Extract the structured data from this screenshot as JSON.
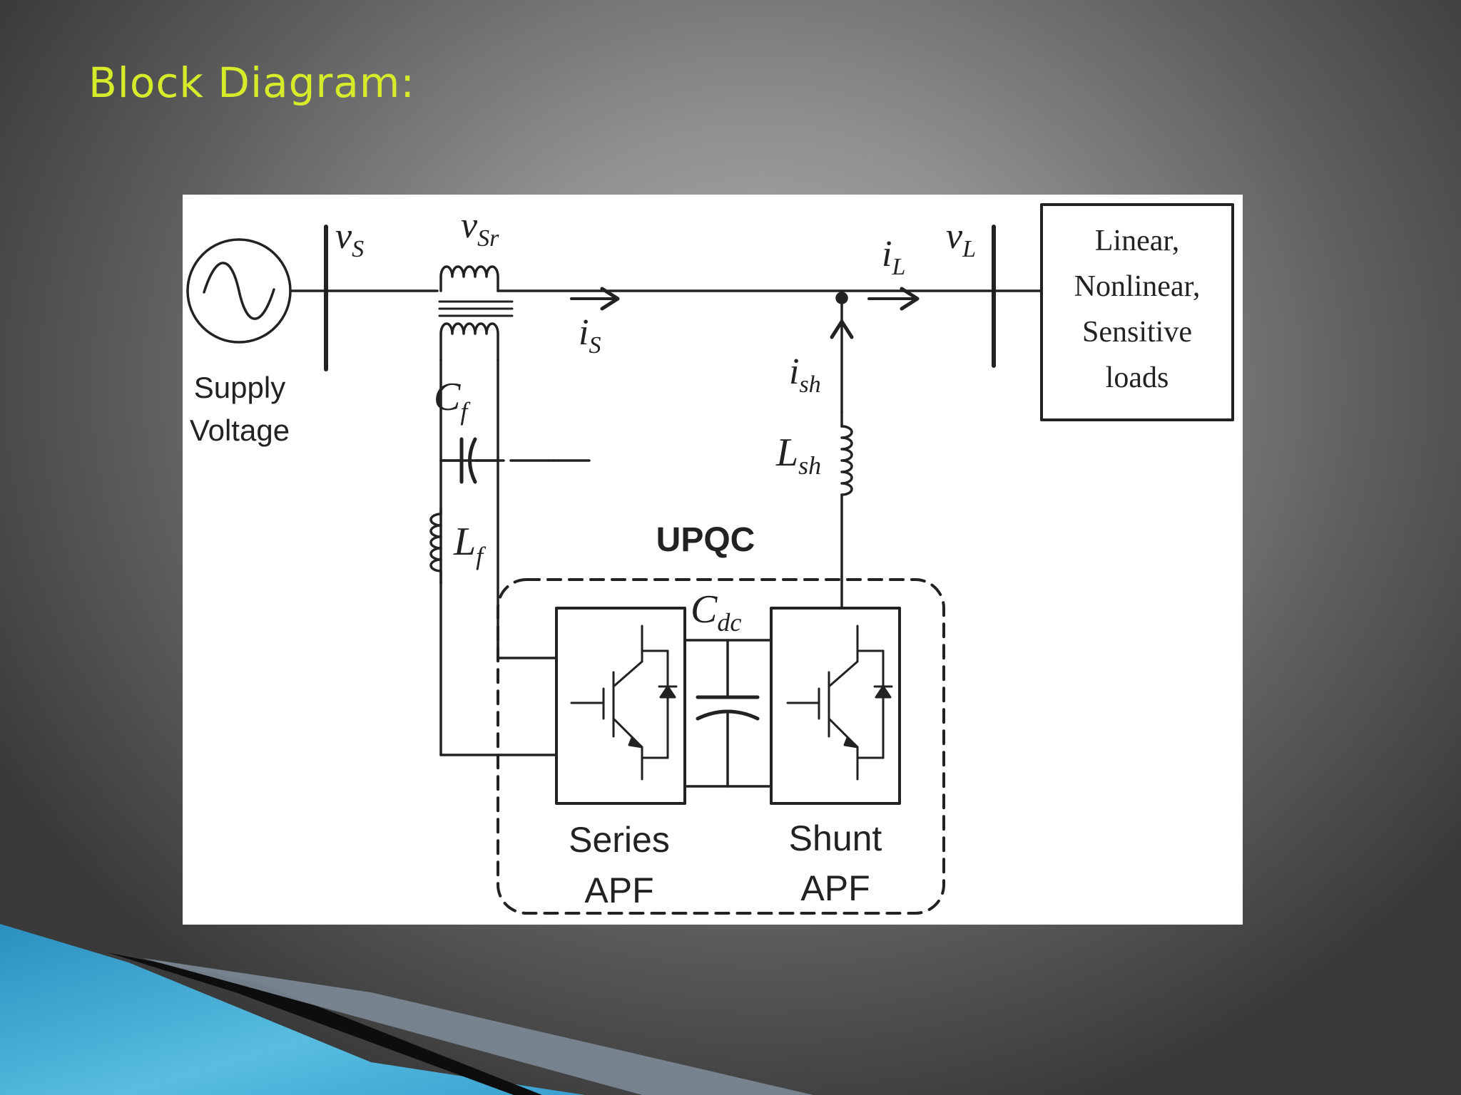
{
  "slide": {
    "title": "Block Diagram:",
    "title_color": "#d6ec2a"
  },
  "diagram": {
    "supply_label_line1": "Supply",
    "supply_label_line2": "Voltage",
    "v_s": {
      "base": "v",
      "sub": "S"
    },
    "v_sr": {
      "base": "v",
      "sub": "Sr"
    },
    "i_s": {
      "base": "i",
      "sub": "S"
    },
    "i_l": {
      "base": "i",
      "sub": "L"
    },
    "v_l": {
      "base": "v",
      "sub": "L"
    },
    "i_sh": {
      "base": "i",
      "sub": "sh"
    },
    "l_sh": {
      "base": "L",
      "sub": "sh"
    },
    "c_f": {
      "base": "C",
      "sub": "f"
    },
    "l_f": {
      "base": "L",
      "sub": "f"
    },
    "c_dc": {
      "base": "C",
      "sub": "dc"
    },
    "upqc_label": "UPQC",
    "load_box": {
      "line1": "Linear,",
      "line2": "Nonlinear,",
      "line3": "Sensitive",
      "line4": "loads"
    },
    "series_apf": {
      "line1": "Series",
      "line2": "APF"
    },
    "shunt_apf": {
      "line1": "Shunt",
      "line2": "APF"
    }
  },
  "colors": {
    "accent_blue": "#3fa9d0",
    "line": "#222222"
  }
}
